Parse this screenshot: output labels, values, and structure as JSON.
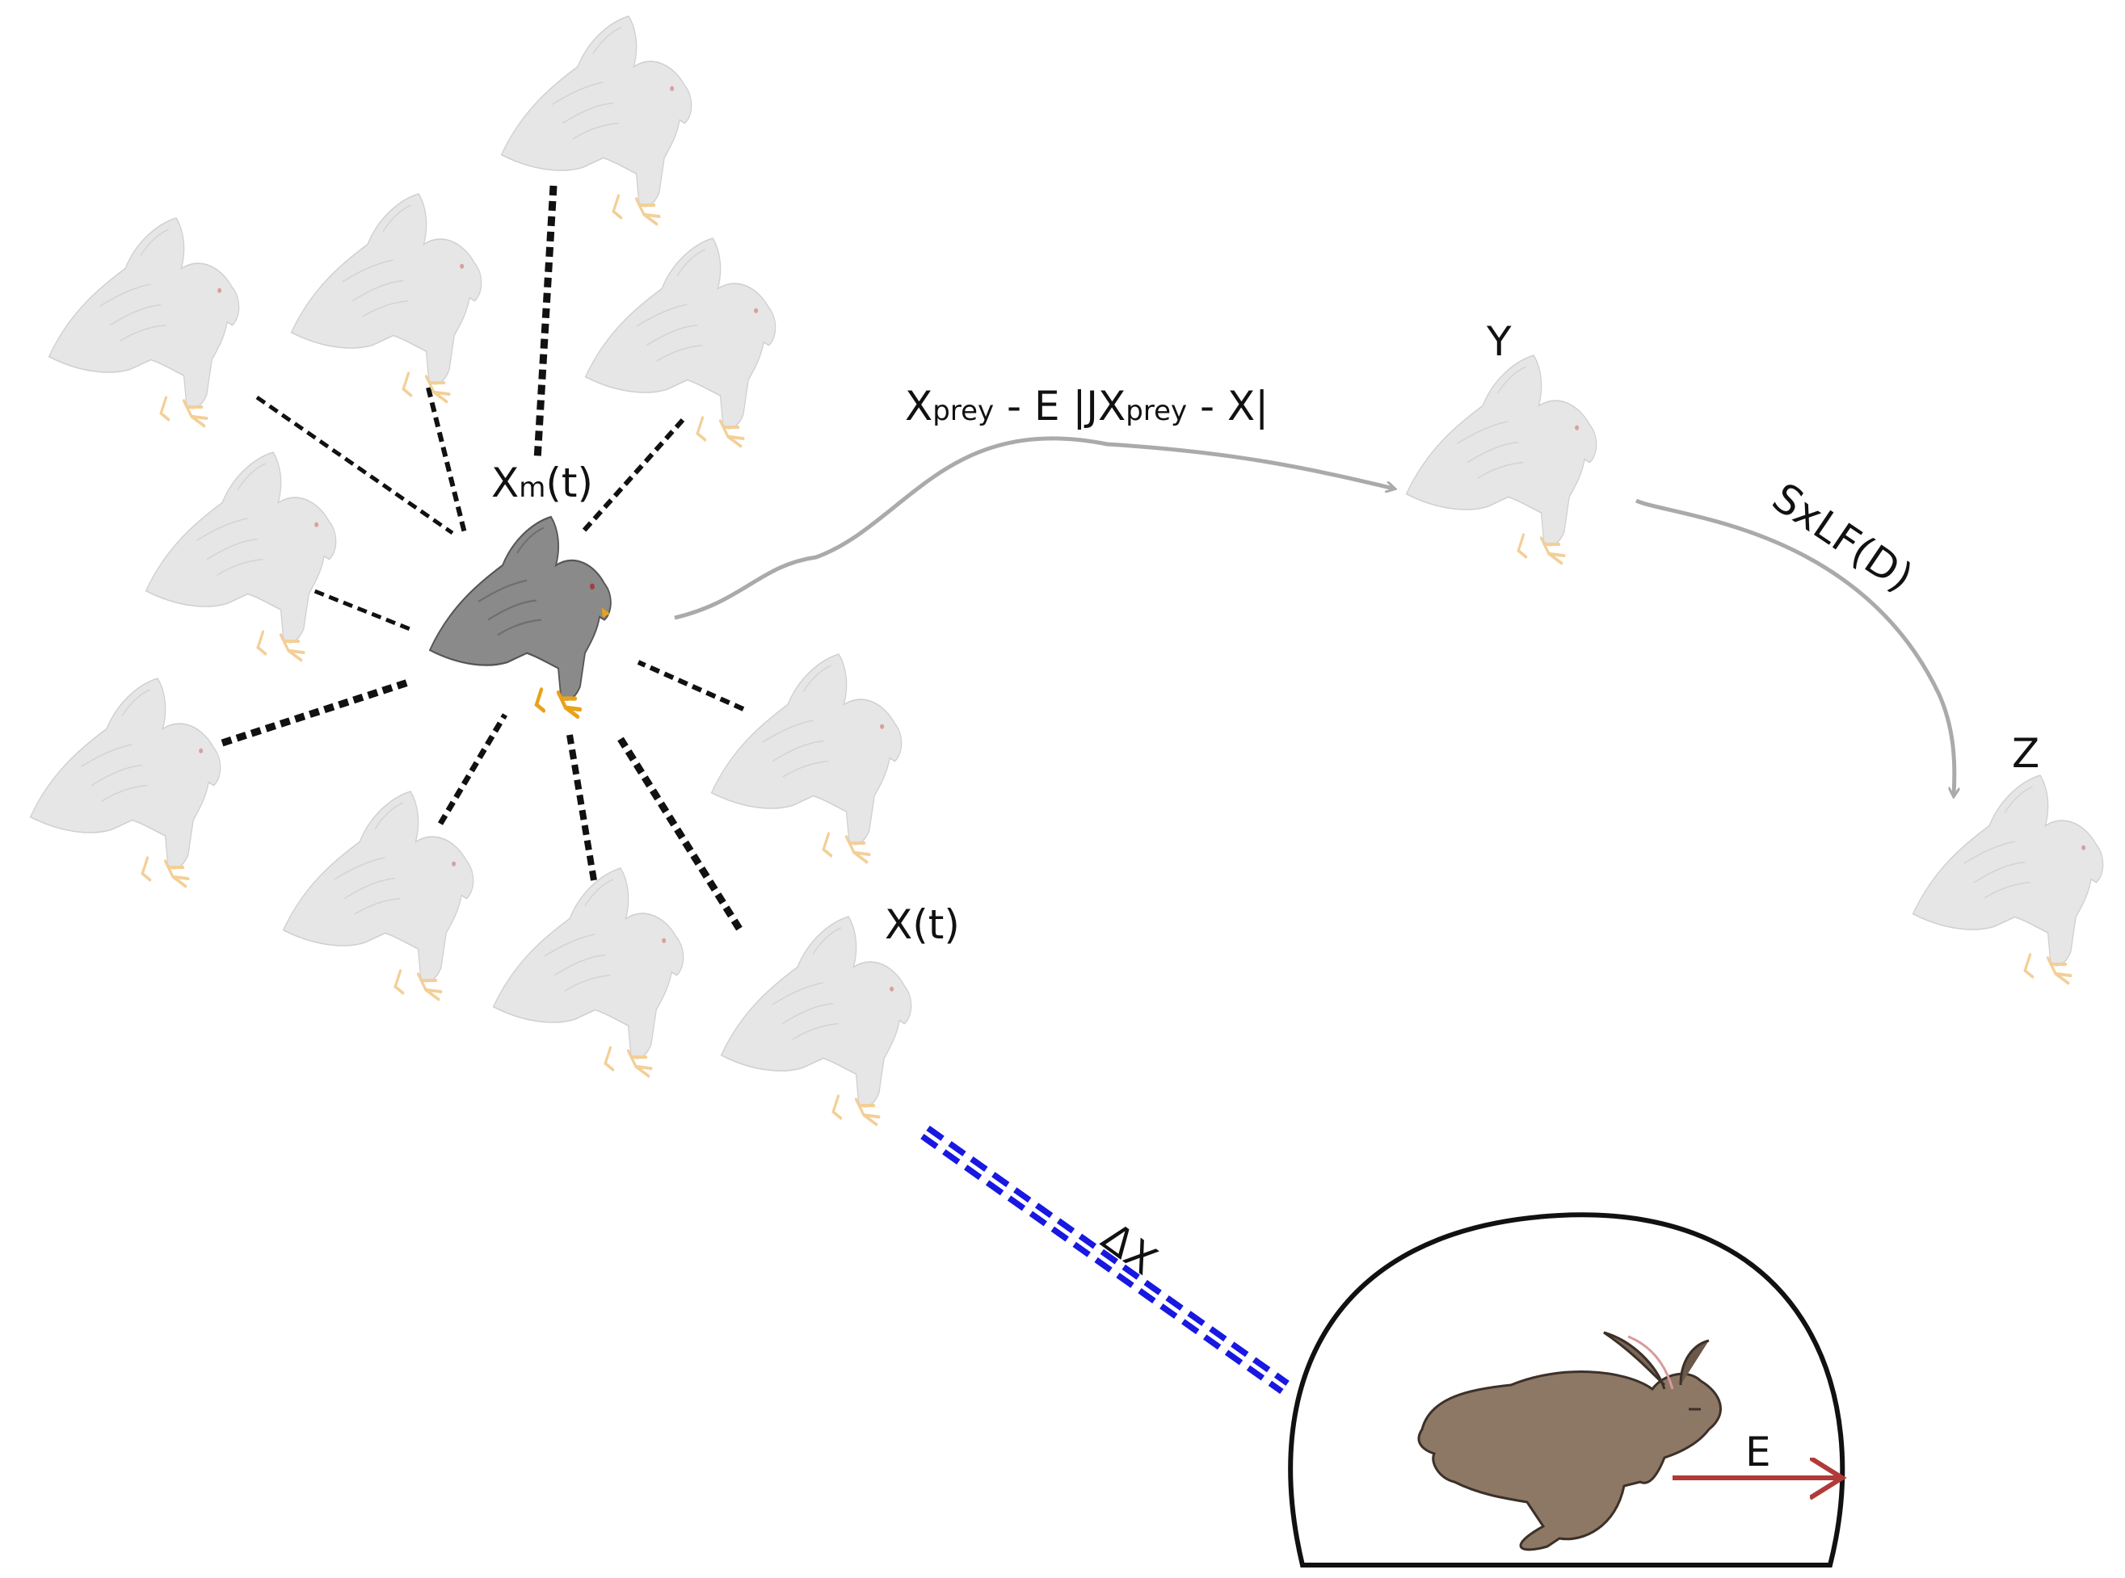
{
  "labels": {
    "xm_main": "X",
    "xm_sub": "m",
    "xm_tail": "(t)",
    "xt": "X(t)",
    "eq_x": "X",
    "eq_prey1": "prey",
    "eq_mid": " - E |JX",
    "eq_prey2": "prey",
    "eq_tail": " - X|",
    "y": "Y",
    "z": "Z",
    "sxlf": "SxLF(D)",
    "delta_x": "ΔX",
    "e": "E"
  },
  "colors": {
    "leader_hawk": "#8a8a8a",
    "leader_hawk_dark": "#6e6e6e",
    "faded_hawk": "#e6e6e6",
    "faded_hawk_line": "#cfcfcf",
    "hawk_feet": "#e8a21a",
    "faded_feet": "#f3cf97",
    "gray_arrow": "#aaaaaa",
    "blue_dash": "#1818e0",
    "red_arrow": "#b03a3a",
    "rabbit_body": "#8d7865",
    "rabbit_line": "#3c3028"
  },
  "icons": {
    "leader": "hawk-leader-icon",
    "faded": "hawk-member-icon",
    "prey": "rabbit-icon"
  }
}
